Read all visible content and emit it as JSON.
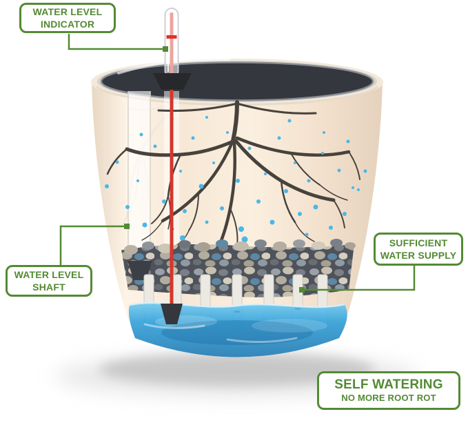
{
  "callouts": [
    {
      "id": "water-level-indicator",
      "lines": [
        "WATER LEVEL",
        "INDICATOR"
      ]
    },
    {
      "id": "water-level-shaft",
      "lines": [
        "WATER LEVEL",
        "SHAFT"
      ]
    },
    {
      "id": "sufficient-water-supply",
      "lines": [
        "SUFFICIENT",
        "WATER SUPPLY"
      ]
    },
    {
      "id": "self-watering",
      "lines": [
        "SELF WATERING",
        "NO MORE ROOT ROT"
      ]
    }
  ],
  "colors": {
    "callout_green": "#538a33",
    "water_blue": "#2da0dc",
    "droplet_blue": "#4ab7e8",
    "indicator_red": "#d6362b",
    "soil_dark": "#34373d",
    "pot_cream": "#f8ebdb",
    "root_brown": "#47423c"
  },
  "illustration": {
    "parts": [
      "water-level-indicator-tube",
      "water-level-shaft",
      "root-system",
      "gravel-layer",
      "water-reservoir",
      "pot-feet",
      "soil-surface"
    ]
  }
}
